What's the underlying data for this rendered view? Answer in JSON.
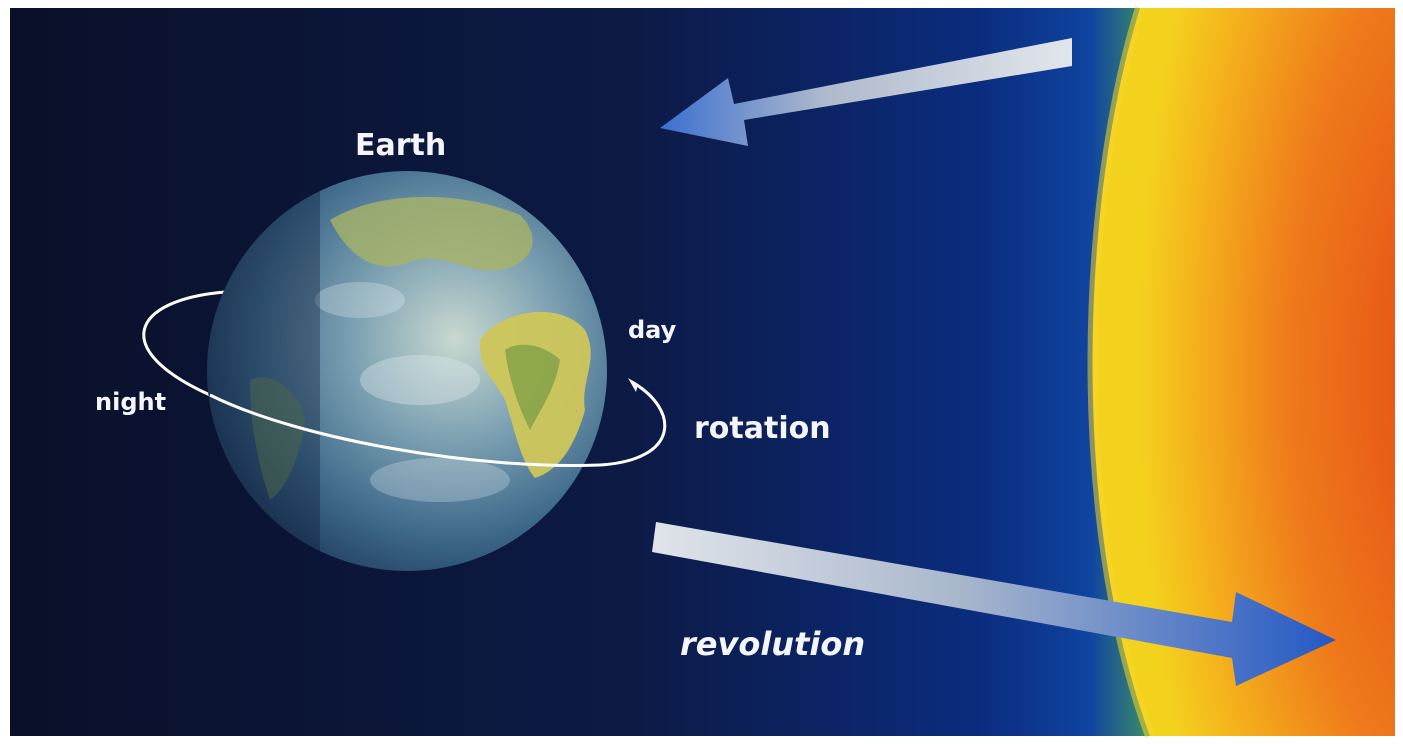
{
  "labels": {
    "earth": "Earth",
    "day": "day",
    "night": "night",
    "rotation": "rotation",
    "revolution": "revolution"
  },
  "colors": {
    "space_dark": "#0b1230",
    "space_blue": "#0a2f8a",
    "sun_yellow": "#f6c21a",
    "sun_orange": "#f07a1a",
    "sun_red": "#e8501a",
    "ocean": "#3d6e8f",
    "land": "#c8c25a",
    "orbit_line": "#ffffff",
    "arrow_light": "#d7dde6",
    "arrow_blue": "#2e6bd6"
  }
}
